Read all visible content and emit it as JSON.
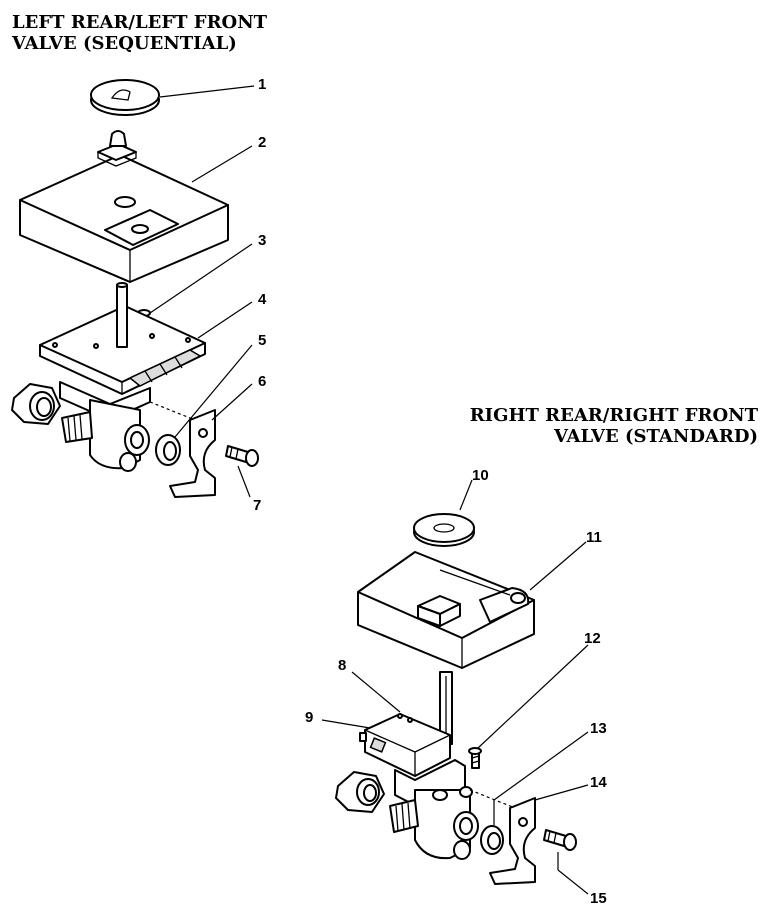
{
  "titles": {
    "left_line1": "LEFT REAR/LEFT FRONT",
    "left_line2": "VALVE (SEQUENTIAL)",
    "right_line1": "RIGHT REAR/RIGHT FRONT",
    "right_line2": "VALVE (STANDARD)"
  },
  "callouts": {
    "c1": "1",
    "c2": "2",
    "c3": "3",
    "c4": "4",
    "c5": "5",
    "c6": "6",
    "c7": "7",
    "c8": "8",
    "c9": "9",
    "c10": "10",
    "c11": "11",
    "c12": "12",
    "c13": "13",
    "c14": "14",
    "c15": "15"
  }
}
